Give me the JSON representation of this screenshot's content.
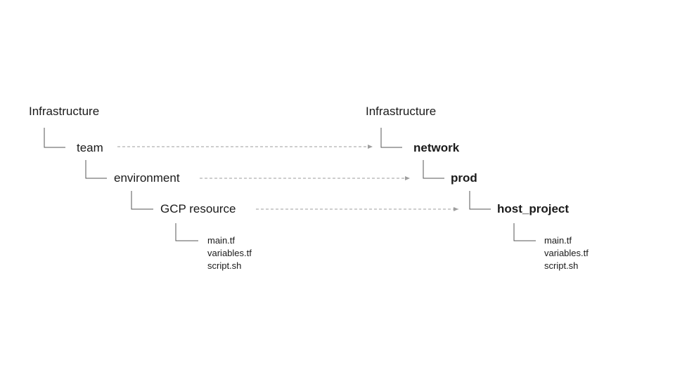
{
  "left_tree": {
    "root": "Infrastructure",
    "level1": "team",
    "level2": "environment",
    "level3": "GCP resource",
    "files": [
      "main.tf",
      "variables.tf",
      "script.sh"
    ]
  },
  "right_tree": {
    "root": "Infrastructure",
    "level1": "network",
    "level2": "prod",
    "level3": "host_project",
    "files": [
      "main.tf",
      "variables.tf",
      "script.sh"
    ]
  },
  "colors": {
    "text": "#1a1a1a",
    "tree_line": "#555555",
    "mapping_arrow": "#9e9e9e"
  }
}
